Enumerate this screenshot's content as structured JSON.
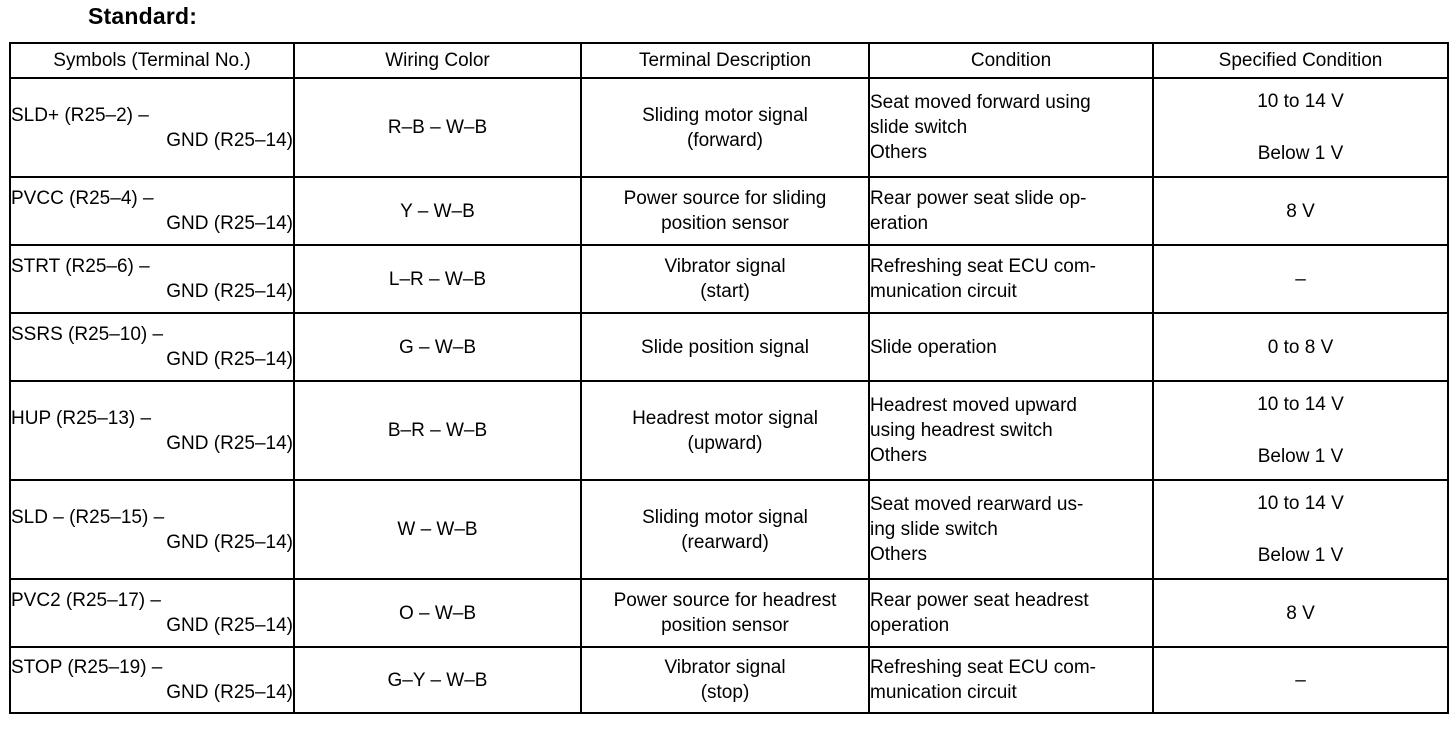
{
  "page": {
    "title": "Standard:"
  },
  "table": {
    "headers": [
      "Symbols (Terminal No.)",
      "Wiring Color",
      "Terminal Description",
      "Condition",
      "Specified Condition"
    ],
    "rows": [
      {
        "symbol_line1": "SLD+ (R25–2) –",
        "symbol_line2": "GND (R25–14)",
        "wiring_color": "R–B – W–B",
        "description_line1": "Sliding motor signal",
        "description_line2": "(forward)",
        "condition_line1": "Seat moved forward using",
        "condition_line2": "slide switch",
        "condition_line3": "Others",
        "specified_line1": "10 to 14 V",
        "specified_line2": "Below 1 V"
      },
      {
        "symbol_line1": "PVCC (R25–4) –",
        "symbol_line2": "GND (R25–14)",
        "wiring_color": "Y – W–B",
        "description_line1": "Power source for sliding",
        "description_line2": "position sensor",
        "condition_line1": "Rear power seat slide op-",
        "condition_line2": "eration",
        "condition_line3": "",
        "specified_line1": "8 V",
        "specified_line2": ""
      },
      {
        "symbol_line1": "STRT (R25–6) –",
        "symbol_line2": "GND (R25–14)",
        "wiring_color": "L–R – W–B",
        "description_line1": "Vibrator signal",
        "description_line2": "(start)",
        "condition_line1": "Refreshing seat ECU com-",
        "condition_line2": "munication circuit",
        "condition_line3": "",
        "specified_line1": "–",
        "specified_line2": ""
      },
      {
        "symbol_line1": "SSRS (R25–10) –",
        "symbol_line2": "GND (R25–14)",
        "wiring_color": "G – W–B",
        "description_line1": "Slide position signal",
        "description_line2": "",
        "condition_line1": "Slide operation",
        "condition_line2": "",
        "condition_line3": "",
        "specified_line1": "0 to 8 V",
        "specified_line2": ""
      },
      {
        "symbol_line1": "HUP (R25–13) –",
        "symbol_line2": "GND (R25–14)",
        "wiring_color": "B–R – W–B",
        "description_line1": "Headrest motor signal",
        "description_line2": "(upward)",
        "condition_line1": "Headrest moved upward",
        "condition_line2": "using headrest switch",
        "condition_line3": "Others",
        "specified_line1": "10 to 14 V",
        "specified_line2": "Below 1 V"
      },
      {
        "symbol_line1": "SLD – (R25–15) –",
        "symbol_line2": "GND (R25–14)",
        "wiring_color": "W – W–B",
        "description_line1": "Sliding motor signal",
        "description_line2": "(rearward)",
        "condition_line1": "Seat moved rearward us-",
        "condition_line2": "ing slide switch",
        "condition_line3": "Others",
        "specified_line1": "10 to 14 V",
        "specified_line2": "Below 1 V"
      },
      {
        "symbol_line1": "PVC2 (R25–17) –",
        "symbol_line2": "GND (R25–14)",
        "wiring_color": "O – W–B",
        "description_line1": "Power source for headrest",
        "description_line2": "position sensor",
        "condition_line1": "Rear power seat headrest",
        "condition_line2": "operation",
        "condition_line3": "",
        "specified_line1": "8 V",
        "specified_line2": ""
      },
      {
        "symbol_line1": "STOP (R25–19) –",
        "symbol_line2": "GND (R25–14)",
        "wiring_color": "G–Y – W–B",
        "description_line1": "Vibrator signal",
        "description_line2": "(stop)",
        "condition_line1": "Refreshing seat ECU com-",
        "condition_line2": "munication circuit",
        "condition_line3": "",
        "specified_line1": "–",
        "specified_line2": ""
      }
    ]
  }
}
